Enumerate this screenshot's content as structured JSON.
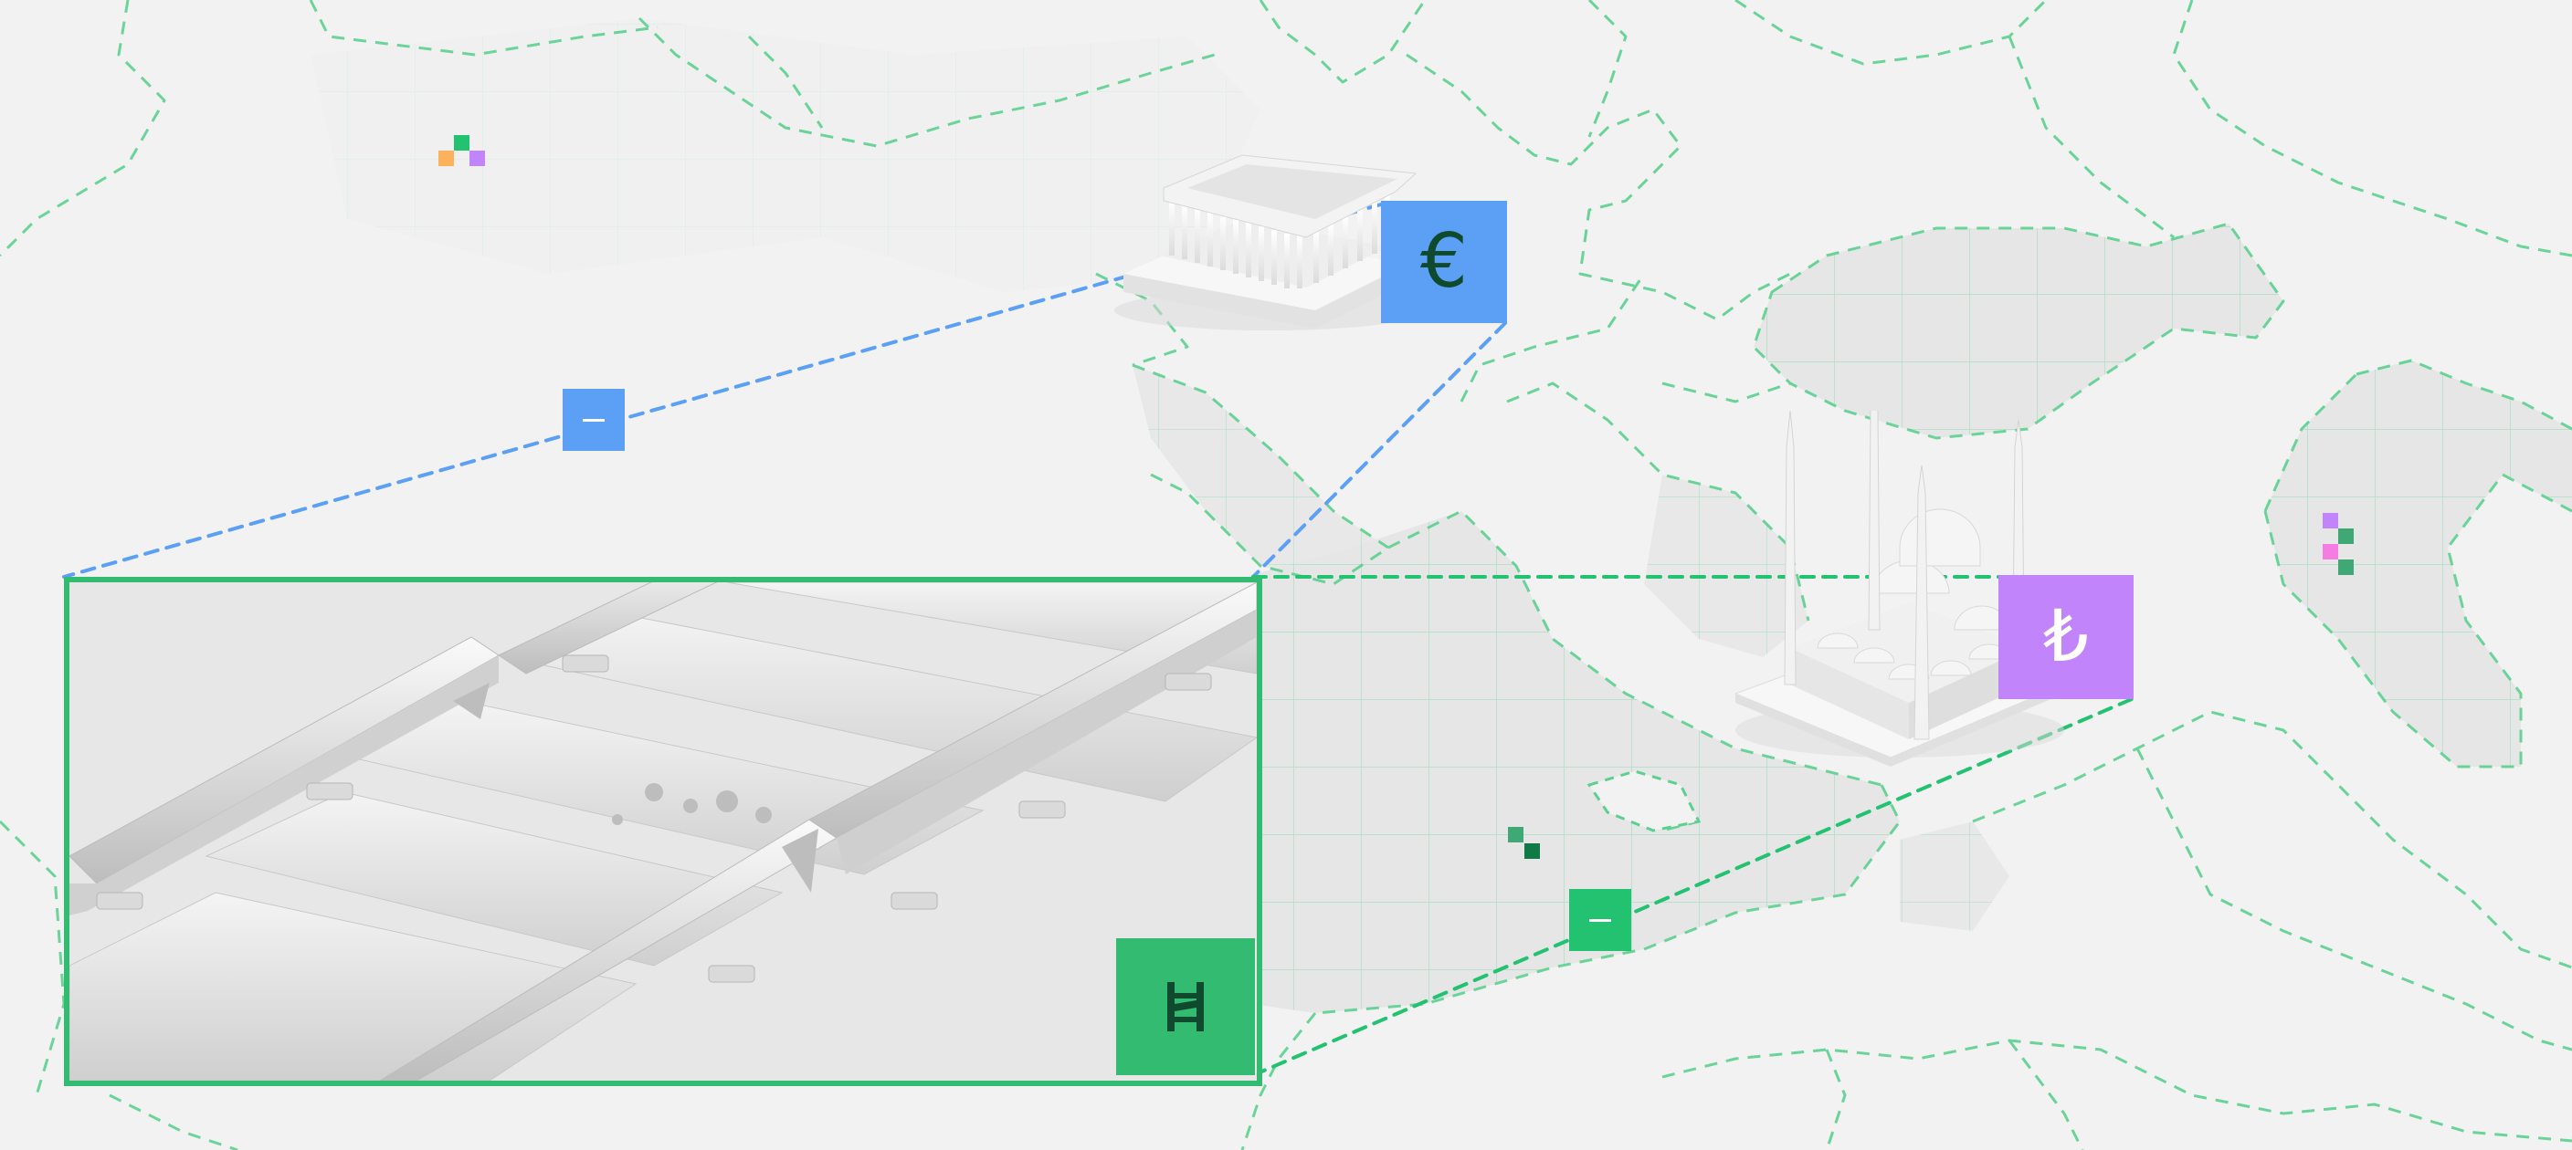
{
  "scene": {
    "title": "Europe and Turkey currency map illustration",
    "background_color": "#f2f2f2",
    "sea_color": "#e6e6e6",
    "grid_color": "#a9dfc4",
    "border_color": "#5cd08f"
  },
  "colors": {
    "blue": "#5ca0f6",
    "purple": "#c284fa",
    "green": "#34bb72",
    "bright_green": "#22c271",
    "dark_green": "#0f4a2e",
    "orange": "#fbb25a",
    "pink": "#f57ce3",
    "teal_green": "#3fa874"
  },
  "markers": [
    {
      "id": "euro",
      "icon": "euro-sign",
      "symbol": "€",
      "color": "#5ca0f6",
      "landmark": "Parthenon model"
    },
    {
      "id": "lira",
      "icon": "turkish-lira-sign",
      "symbol": "₺",
      "color": "#c284fa",
      "landmark": "Blue Mosque model"
    },
    {
      "id": "rail",
      "icon": "broken-rail-icon",
      "symbol": "",
      "color": "#34bb72",
      "landmark": "Broken railway track"
    }
  ],
  "connectors": [
    {
      "from": "euro",
      "to": "inset",
      "style": "dashed",
      "color": "#5ca0f6",
      "badge": "minus"
    },
    {
      "from": "rail",
      "to": "lira",
      "style": "dashed",
      "color": "#22c271",
      "badge": "minus"
    }
  ],
  "minus_badges": [
    {
      "symbol": "−",
      "color": "#5ca0f6"
    },
    {
      "symbol": "−",
      "color": "#22c271"
    }
  ],
  "pixel_clusters": [
    {
      "colors": [
        "#22c271",
        "#fbb25a",
        "#c284fa"
      ]
    },
    {
      "colors": [
        "#c284fa",
        "#3fa874",
        "#f57ce3",
        "#3fa874"
      ]
    },
    {
      "colors": [
        "#3fa874",
        "#0f7a45"
      ]
    }
  ]
}
